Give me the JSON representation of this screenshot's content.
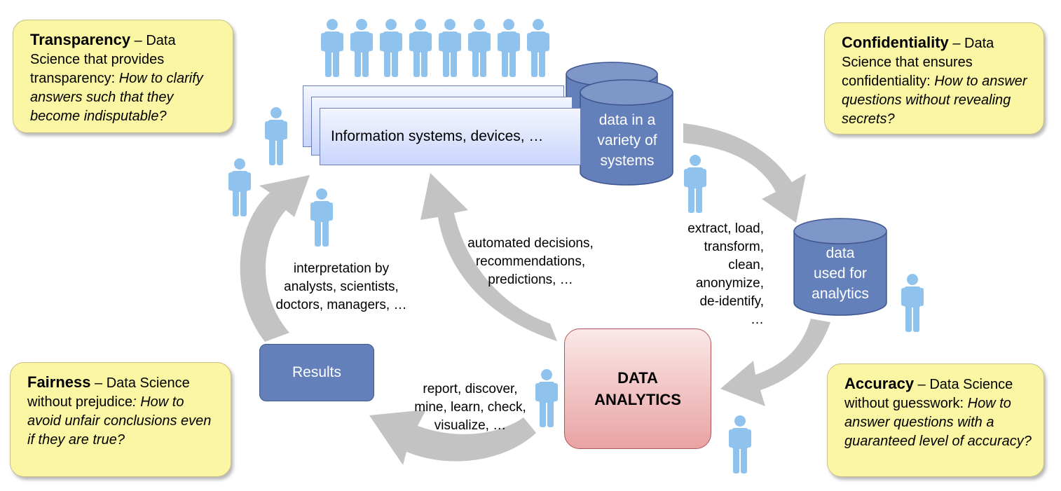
{
  "notes": {
    "transparency": {
      "term": "Transparency",
      "dash": " – Data Science that provides transparency: ",
      "question": "How to clarify answers such that they become indisputable?"
    },
    "confidentiality": {
      "term": "Confidentiality",
      "dash": " – Data Science that ensures confidentiality: ",
      "question": "How to answer questions without revealing secrets?"
    },
    "fairness": {
      "term": "Fairness",
      "dash": " – Data Science without prejudice",
      "question": ": How to avoid unfair conclusions even if they are true?"
    },
    "accuracy": {
      "term": "Accuracy",
      "dash": " – Data Science without guesswork: ",
      "question": "How to answer questions with a guaranteed level of accuracy?"
    }
  },
  "info_systems": "Information systems, devices, …",
  "data_variety": [
    "data in a",
    "variety of",
    "systems"
  ],
  "data_analytics_store": [
    "data",
    "used for",
    "analytics"
  ],
  "results": "Results",
  "data_analytics": [
    "DATA",
    "ANALYTICS"
  ],
  "etl_steps": [
    "extract, load,",
    "transform,",
    "clean,",
    "anonymize,",
    "de-identify,",
    "…"
  ],
  "automated": [
    "automated decisions,",
    "recommendations,",
    "predictions, …"
  ],
  "interpretation": [
    "interpretation by",
    "analysts, scientists,",
    "doctors, managers,  …"
  ],
  "report": [
    "report, discover,",
    "mine, learn, check,",
    "visualize, …"
  ],
  "colors": {
    "note_fill": "#fbf6a3",
    "person": "#8fc3ee",
    "cylinder": "#6380ba",
    "arrow": "#c3c3c3",
    "analytics_fill": "#f1c1c1",
    "info_fill": "#dbe3fd"
  },
  "icons": [
    "person-icon",
    "database-cylinder-icon",
    "curved-arrow-icon"
  ]
}
